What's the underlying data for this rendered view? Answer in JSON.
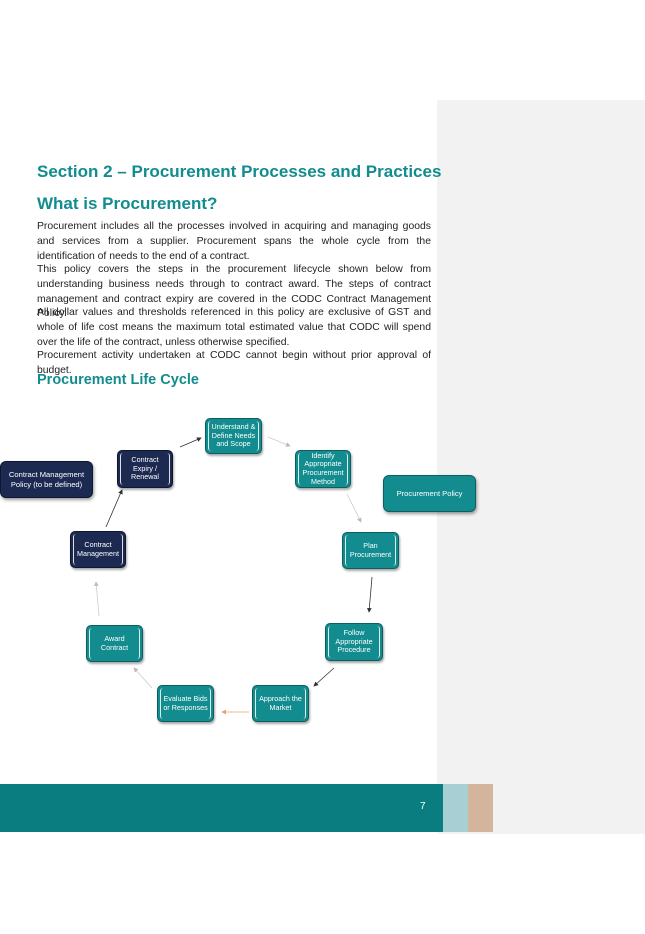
{
  "section_heading": "Section 2 – Procurement Processes and Practices",
  "what_heading": "What is Procurement?",
  "paragraphs": [
    "Procurement includes all the processes involved in acquiring and managing goods and services from a supplier. Procurement spans the whole cycle from the identification of needs to the end of a contract.",
    "This policy covers the steps in the procurement lifecycle shown below from understanding business needs through to contract award. The steps of contract management and contract expiry are covered in the CODC Contract Management Policy.",
    "All dollar values and thresholds referenced in this policy are exclusive of GST and whole of life cost means the maximum total estimated value that CODC will spend over the life of the contract, unless otherwise specified.",
    "Procurement activity undertaken at CODC cannot begin without prior approval of budget."
  ],
  "lifecycle_heading": "Procurement Life Cycle",
  "diagram": {
    "nodes": {
      "understand": "Understand & Define Needs and Scope",
      "identify": "Identify Appropriate Procurement Method",
      "plan": "Plan Procurement",
      "follow": "Follow Appropriate Procedure",
      "approach": "Approach the Market",
      "evaluate": "Evaluate Bids or Responses",
      "award": "Award Contract",
      "management": "Contract Management",
      "expiry": "Contract Expiry / Renewal"
    },
    "side_boxes": {
      "contract_management_policy": "Contract Management Policy (to be defined)",
      "procurement_policy": "Procurement Policy"
    },
    "colors": {
      "teal": "#128c8f",
      "navy": "#1c2a52"
    }
  },
  "footer": {
    "page_number": "7",
    "bar_color": "#0a7d80"
  }
}
